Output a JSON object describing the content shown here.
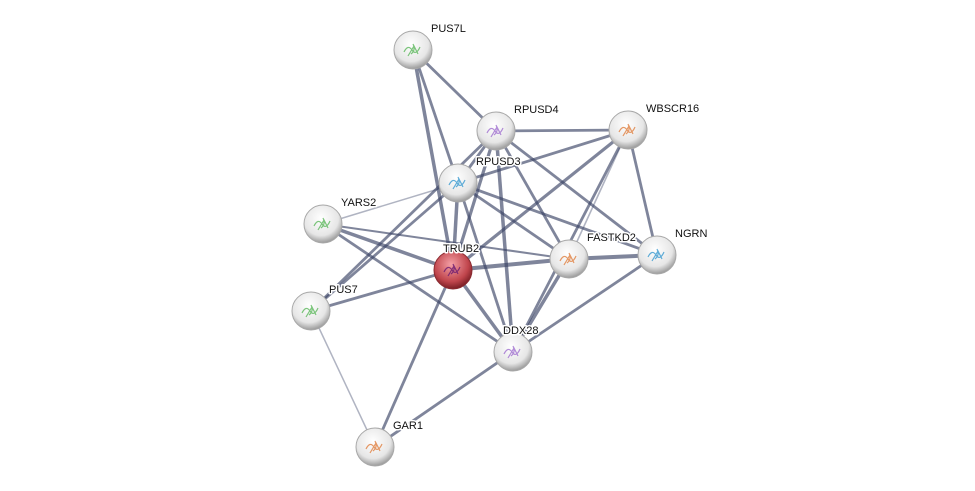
{
  "network": {
    "query_protein": "TRUB2",
    "nodes": [
      {
        "id": "PUS7L",
        "label": "PUS7L"
      },
      {
        "id": "RPUSD4",
        "label": "RPUSD4"
      },
      {
        "id": "WBSCR16",
        "label": "WBSCR16"
      },
      {
        "id": "RPUSD3",
        "label": "RPUSD3"
      },
      {
        "id": "YARS2",
        "label": "YARS2"
      },
      {
        "id": "TRUB2",
        "label": "TRUB2"
      },
      {
        "id": "FASTKD2",
        "label": "FASTKD2"
      },
      {
        "id": "NGRN",
        "label": "NGRN"
      },
      {
        "id": "PUS7",
        "label": "PUS7"
      },
      {
        "id": "DDX28",
        "label": "DDX28"
      },
      {
        "id": "GAR1",
        "label": "GAR1"
      }
    ],
    "edges": [
      [
        "PUS7L",
        "TRUB2"
      ],
      [
        "PUS7L",
        "RPUSD3"
      ],
      [
        "PUS7L",
        "RPUSD4"
      ],
      [
        "RPUSD4",
        "WBSCR16"
      ],
      [
        "RPUSD4",
        "RPUSD3"
      ],
      [
        "RPUSD4",
        "NGRN"
      ],
      [
        "RPUSD4",
        "FASTKD2"
      ],
      [
        "RPUSD4",
        "TRUB2"
      ],
      [
        "RPUSD4",
        "DDX28"
      ],
      [
        "RPUSD4",
        "PUS7"
      ],
      [
        "WBSCR16",
        "RPUSD3"
      ],
      [
        "WBSCR16",
        "TRUB2"
      ],
      [
        "WBSCR16",
        "FASTKD2"
      ],
      [
        "WBSCR16",
        "DDX28"
      ],
      [
        "WBSCR16",
        "NGRN"
      ],
      [
        "RPUSD3",
        "YARS2"
      ],
      [
        "RPUSD3",
        "PUS7"
      ],
      [
        "RPUSD3",
        "TRUB2"
      ],
      [
        "RPUSD3",
        "FASTKD2"
      ],
      [
        "RPUSD3",
        "NGRN"
      ],
      [
        "RPUSD3",
        "DDX28"
      ],
      [
        "YARS2",
        "TRUB2"
      ],
      [
        "YARS2",
        "FASTKD2"
      ],
      [
        "YARS2",
        "DDX28"
      ],
      [
        "TRUB2",
        "FASTKD2"
      ],
      [
        "TRUB2",
        "PUS7"
      ],
      [
        "TRUB2",
        "GAR1"
      ],
      [
        "TRUB2",
        "DDX28"
      ],
      [
        "FASTKD2",
        "NGRN"
      ],
      [
        "FASTKD2",
        "DDX28"
      ],
      [
        "NGRN",
        "DDX28"
      ],
      [
        "PUS7",
        "GAR1"
      ],
      [
        "GAR1",
        "DDX28"
      ]
    ],
    "colors": {
      "query_node": "#c0454c",
      "node": "#e8e8e8",
      "edge": "#3a4466"
    }
  }
}
